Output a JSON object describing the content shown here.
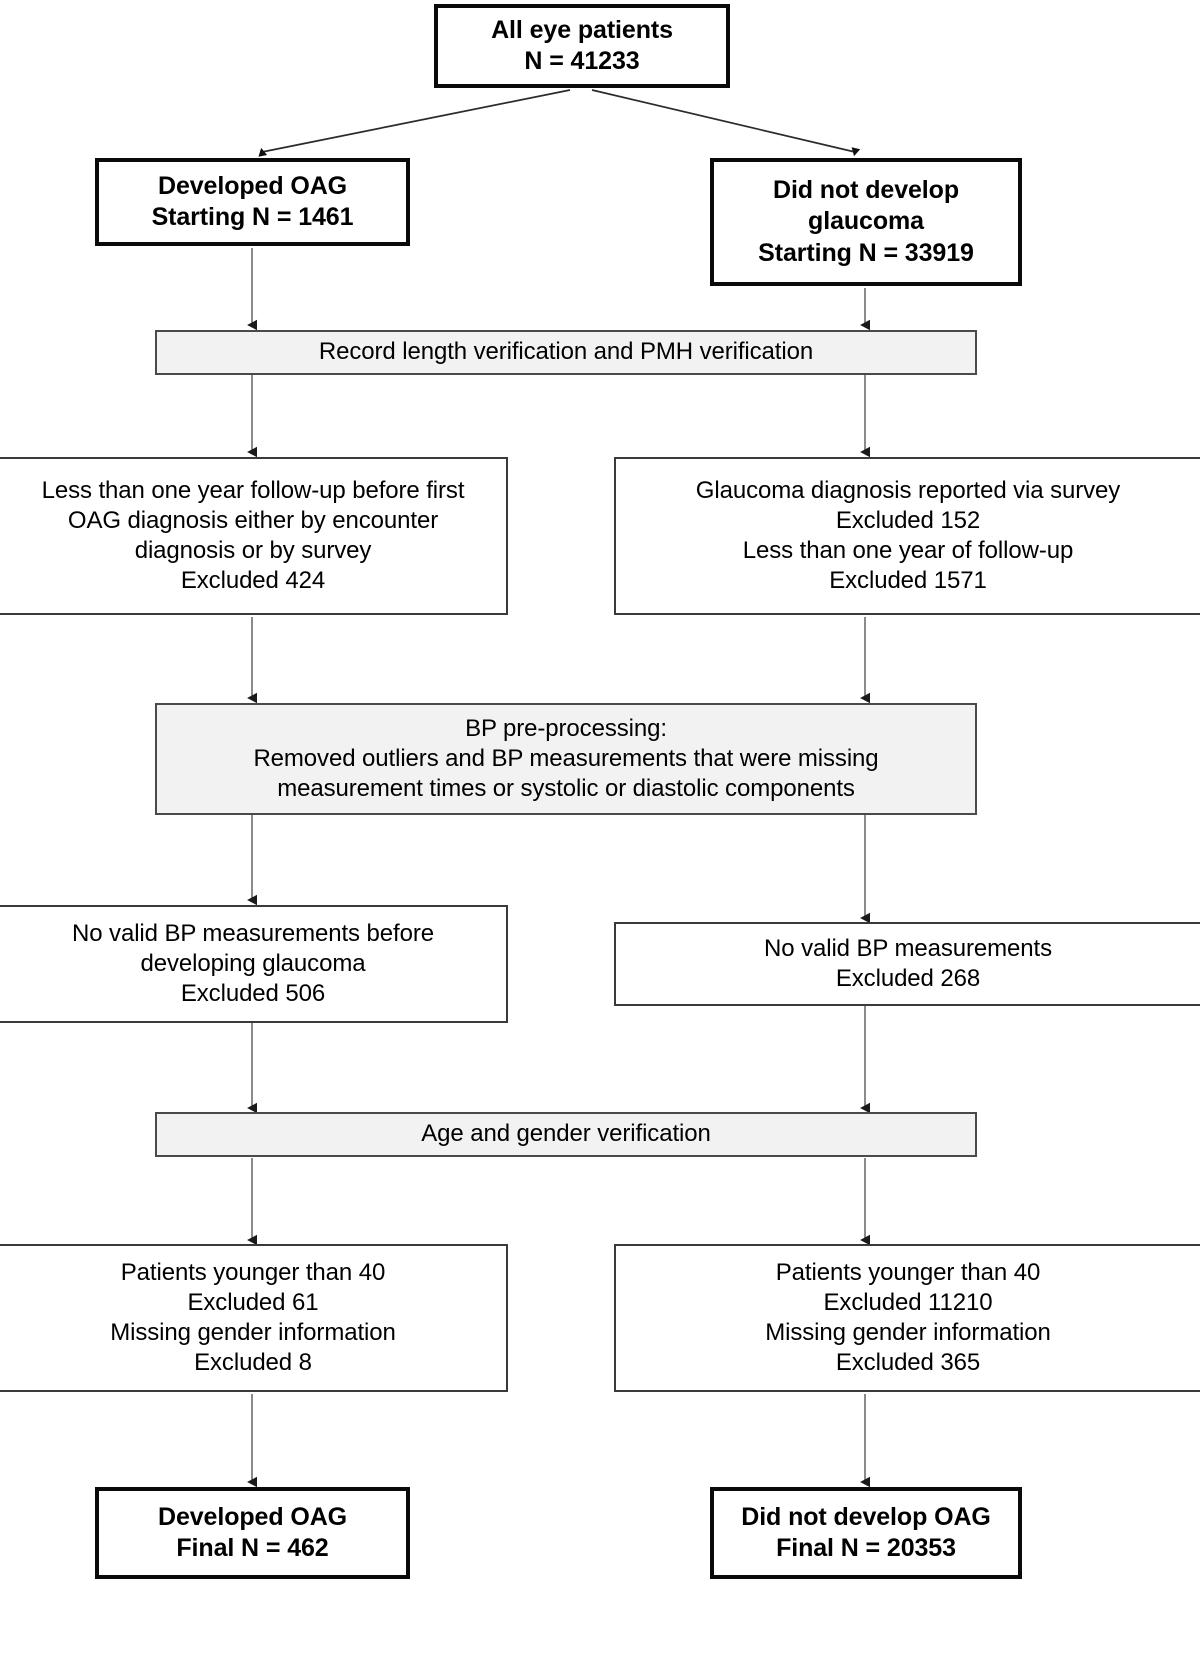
{
  "diagram": {
    "title": "Patient selection flowchart",
    "colors": {
      "box_border": "#151515",
      "band_fill": "#f2f2f2",
      "band_border": "#4a4a4a",
      "arrow": "#555555",
      "text": "#000000",
      "background": "#ffffff"
    },
    "nodes": {
      "root": {
        "lines": [
          "All eye patients",
          "N = 41233"
        ]
      },
      "left_start": {
        "lines": [
          "Developed OAG",
          "Starting N = 1461"
        ]
      },
      "right_start": {
        "lines": [
          "Did not develop",
          "glaucoma",
          "Starting N = 33919"
        ]
      },
      "band_record_length": {
        "lines": [
          "Record length verification and PMH verification"
        ]
      },
      "left_exclude_followup": {
        "lines": [
          "Less than one year follow-up before first",
          "OAG diagnosis either by encounter",
          "diagnosis or by survey",
          "Excluded 424"
        ]
      },
      "right_exclude_survey": {
        "lines": [
          "Glaucoma diagnosis reported via survey",
          "Excluded 152",
          "Less than one year of follow-up",
          "Excluded 1571"
        ]
      },
      "band_bp_preprocessing": {
        "lines": [
          "BP pre-processing:",
          "Removed outliers and BP measurements that were missing",
          "measurement times or systolic or diastolic components"
        ]
      },
      "left_exclude_bp": {
        "lines": [
          "No valid BP measurements before",
          "developing glaucoma",
          "Excluded 506"
        ]
      },
      "right_exclude_bp": {
        "lines": [
          "No valid BP measurements",
          "Excluded 268"
        ]
      },
      "band_age_gender": {
        "lines": [
          "Age and gender verification"
        ]
      },
      "left_exclude_age": {
        "lines": [
          "Patients younger than 40",
          "Excluded 61",
          "Missing gender information",
          "Excluded 8"
        ]
      },
      "right_exclude_age": {
        "lines": [
          "Patients younger than 40",
          "Excluded 11210",
          "Missing gender information",
          "Excluded 365"
        ]
      },
      "left_final": {
        "lines": [
          "Developed OAG",
          "Final N = 462"
        ]
      },
      "right_final": {
        "lines": [
          "Did not develop OAG",
          "Final N = 20353"
        ]
      }
    }
  }
}
